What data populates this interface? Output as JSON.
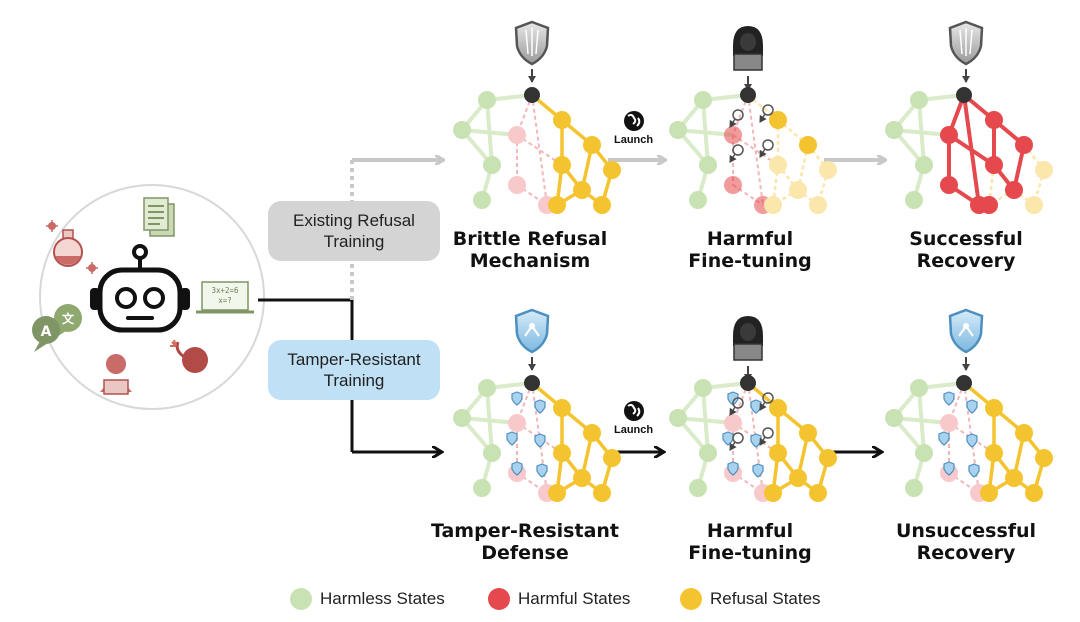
{
  "pills": {
    "existing": {
      "line1": "Existing Refusal",
      "line2": "Training"
    },
    "tamper": {
      "line1": "Tamper-Resistant",
      "line2": "Training"
    }
  },
  "labels": {
    "brittle": {
      "line1": "Brittle Refusal",
      "line2": "Mechanism"
    },
    "harmful_top": {
      "line1": "Harmful",
      "line2": "Fine-tuning"
    },
    "successful": {
      "line1": "Successful",
      "line2": "Recovery"
    },
    "tamper_def": {
      "line1": "Tamper-Resistant",
      "line2": "Defense"
    },
    "harmful_bottom": {
      "line1": "Harmful",
      "line2": "Fine-tuning"
    },
    "unsuccessful": {
      "line1": "Unsuccessful",
      "line2": "Recovery"
    }
  },
  "launch": {
    "top": "Launch",
    "bottom": "Launch"
  },
  "math_board": {
    "line1": "3x+2=6",
    "line2": "x=?"
  },
  "language_glyphs": {
    "latin": "A",
    "cjk": "文"
  },
  "legend": [
    {
      "label": "Harmless States",
      "color": "#c9e2b3"
    },
    {
      "label": "Harmful States",
      "color": "#e5484d"
    },
    {
      "label": "Refusal States",
      "color": "#f4c430"
    }
  ],
  "colors": {
    "harmless": "#c9e2b3",
    "harmful": "#e5484d",
    "harmful_faded": "#f7c9cb",
    "refusal": "#f4c430",
    "refusal_faded": "#fbe6ac",
    "pill_gray": "#d4d4d4",
    "pill_blue": "#bfe0f5",
    "node_dark": "#333333",
    "arrow_gray": "#c8c8c8",
    "arrow_black": "#111111"
  },
  "icons": [
    "shield-icon",
    "hacker-icon",
    "robot-icon",
    "globe-icon",
    "flask-icon",
    "document-icon",
    "laptop-icon",
    "chat-icon",
    "bomb-icon",
    "virus-icon",
    "down-arrow-icon"
  ]
}
